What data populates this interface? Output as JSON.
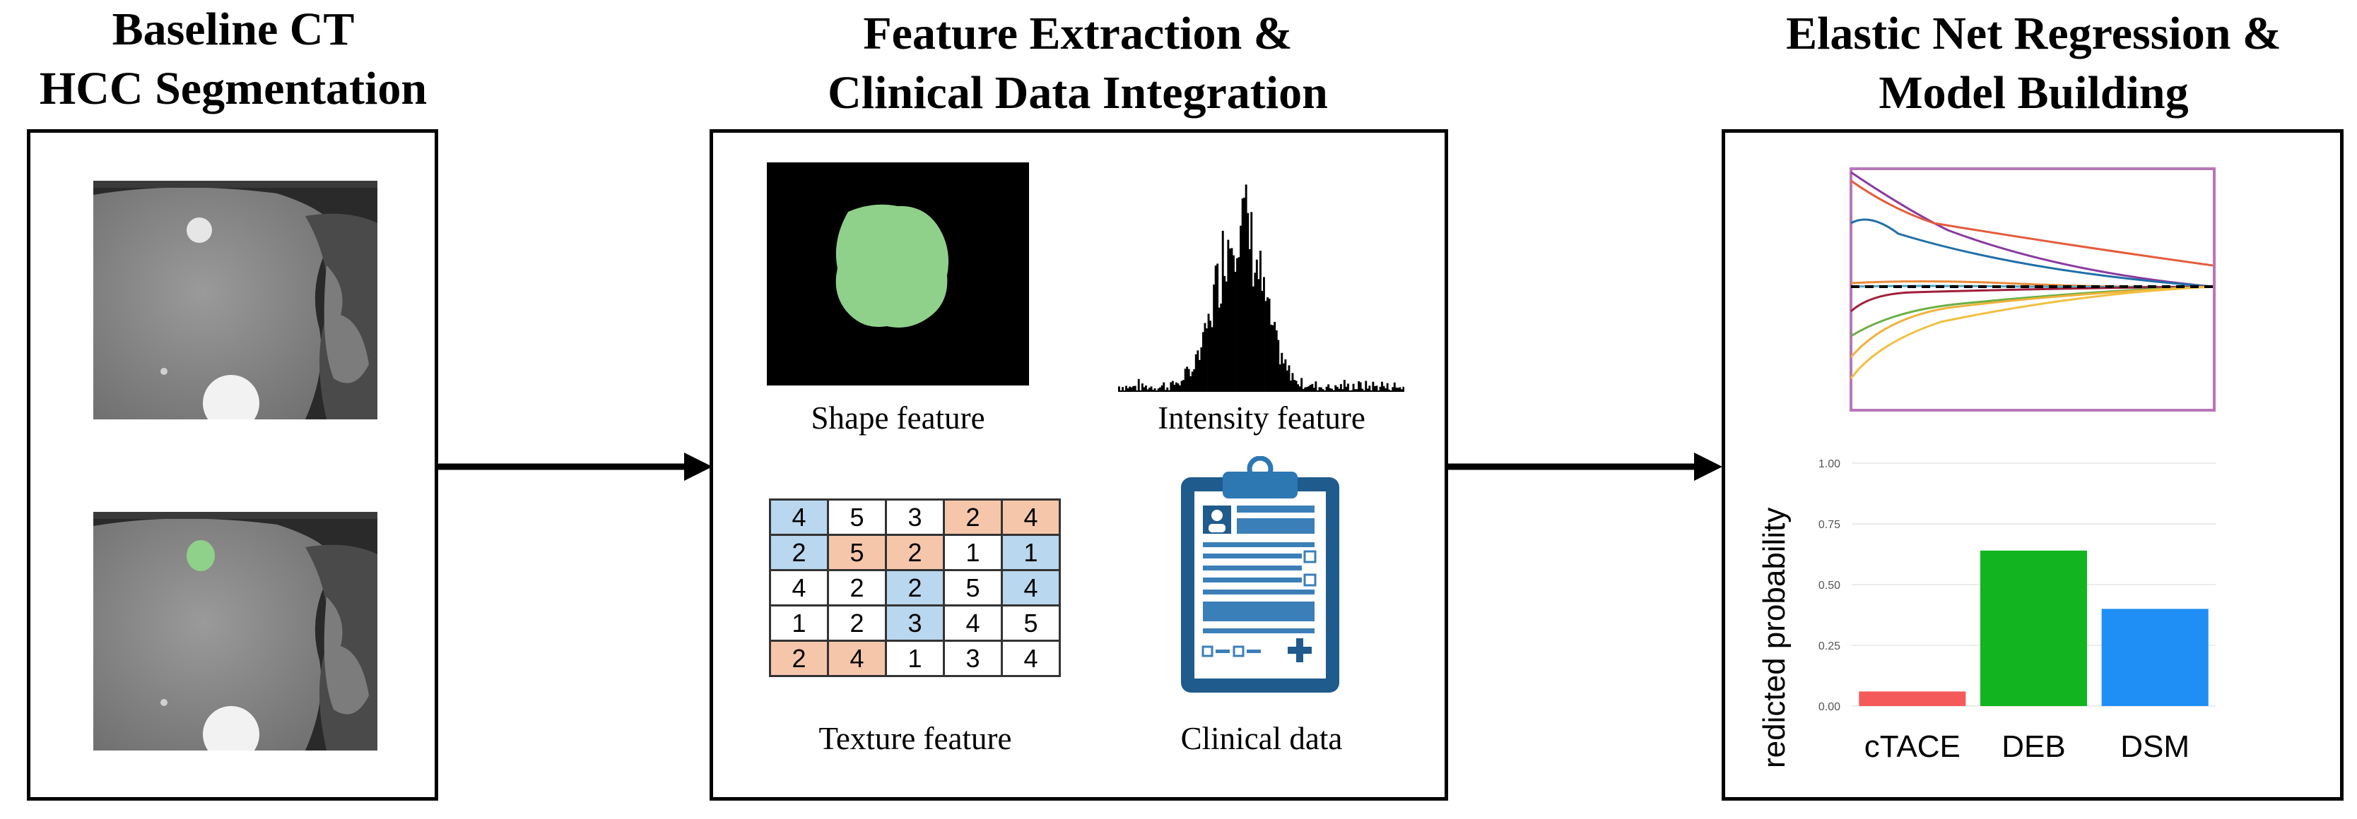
{
  "panels": [
    {
      "title_lines": [
        "Baseline CT",
        "HCC Segmentation"
      ]
    },
    {
      "title_lines": [
        "Feature Extraction &",
        "Clinical Data Integration"
      ],
      "captions": {
        "shape": "Shape feature",
        "intensity": "Intensity feature",
        "texture": "Texture feature",
        "clinical": "Clinical data"
      }
    },
    {
      "title_lines": [
        "Elastic Net Regression &",
        "Model Building"
      ]
    }
  ],
  "texture_grid": [
    [
      4,
      5,
      3,
      2,
      4
    ],
    [
      2,
      5,
      2,
      1,
      1
    ],
    [
      4,
      2,
      2,
      5,
      4
    ],
    [
      1,
      2,
      3,
      4,
      5
    ],
    [
      2,
      4,
      1,
      3,
      4
    ]
  ],
  "texture_colors": [
    [
      "b",
      "w",
      "w",
      "o",
      "o"
    ],
    [
      "b",
      "o",
      "o",
      "w",
      "b"
    ],
    [
      "w",
      "w",
      "b",
      "w",
      "b"
    ],
    [
      "w",
      "w",
      "b",
      "w",
      "w"
    ],
    [
      "o",
      "o",
      "w",
      "w",
      "w"
    ]
  ],
  "colors": {
    "segmentation_green": "#8fd18a",
    "clipboard_blue": "#1f5b8c",
    "plot_frame": "#b777b7"
  },
  "chart_data": {
    "type": "bar",
    "categories": [
      "cTACE",
      "DEB",
      "DSM"
    ],
    "values": [
      0.06,
      0.64,
      0.4
    ],
    "colors": [
      "#f55a5a",
      "#12b51f",
      "#1f8ef5"
    ],
    "ylabel": "Predicted probability",
    "ylim": [
      0,
      1
    ],
    "yticks": [
      "0.00",
      "0.25",
      "0.50",
      "0.75",
      "1.00"
    ]
  }
}
